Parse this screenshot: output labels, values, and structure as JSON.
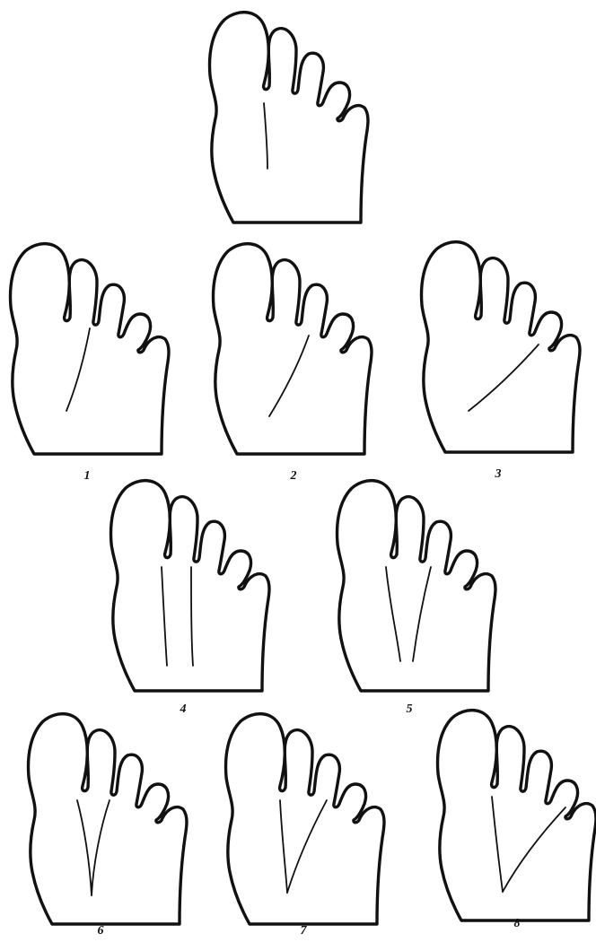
{
  "figure": {
    "labels": [
      "1",
      "2",
      "3",
      "4",
      "5",
      "6",
      "7",
      "8"
    ]
  }
}
